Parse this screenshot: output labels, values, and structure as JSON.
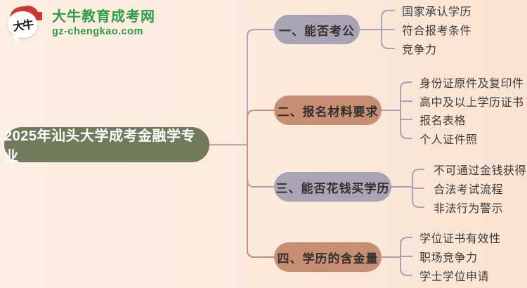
{
  "brand": {
    "name": "大牛教育成考网",
    "domain": "gz-chengkao.com",
    "bubble_text": "大牛",
    "green": "#2d9c45",
    "red": "#cf3830"
  },
  "root": {
    "label": "2025年汕头大学成考金融学专业",
    "color": "#6f7b5b"
  },
  "branches": [
    {
      "label": "一、能否考公",
      "color": "#a8a4b6",
      "leaves": [
        "国家承认学历",
        "符合报考条件",
        "竞争力"
      ]
    },
    {
      "label": "二、报名材料要求",
      "color": "#c88e74",
      "leaves": [
        "身份证原件及复印件",
        "高中及以上学历证书",
        "报名表格",
        "个人证件照"
      ]
    },
    {
      "label": "三、能否花钱买学历",
      "color": "#a8a4b6",
      "leaves": [
        "不可通过金钱获得",
        "合法考试流程",
        "非法行为警示"
      ]
    },
    {
      "label": "四、学历的含金量",
      "color": "#c88e74",
      "leaves": [
        "学位证书有效性",
        "职场竞争力",
        "学士学位申请"
      ]
    }
  ],
  "connector_colors": {
    "trunk": "#d2a185",
    "bracket": "#a7a2b4",
    "branch_gray": "#a8a4b6",
    "branch_salmon": "#c88e74"
  },
  "background": "#fcebdd"
}
